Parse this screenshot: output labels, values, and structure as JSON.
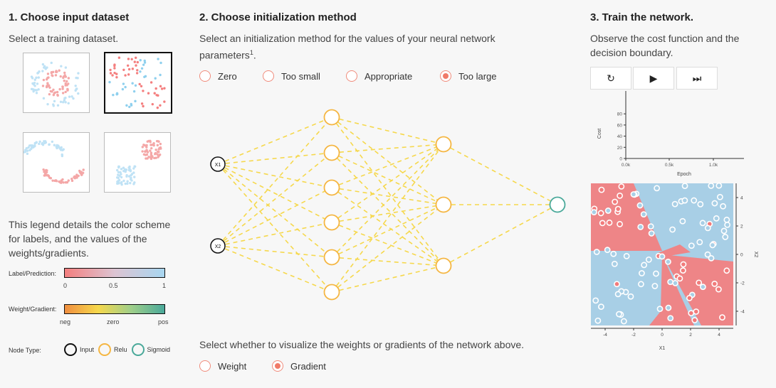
{
  "col1": {
    "heading": "1. Choose input dataset",
    "subtitle": "Select a training dataset.",
    "legend_text": "This legend details the color scheme for labels, and the values of the weights/gradients.",
    "label_prediction": "Label/Prediction:",
    "lp_ticks": [
      "0",
      "0.5",
      "1"
    ],
    "weight_gradient": "Weight/Gradient:",
    "wg_ticks": [
      "neg",
      "zero",
      "pos"
    ],
    "node_type": "Node Type:",
    "node_types": [
      "Input",
      "Relu",
      "Sigmoid"
    ]
  },
  "col2": {
    "heading": "2. Choose initialization method",
    "subtitle_a": "Select an initialization method for the values of your neural network",
    "subtitle_b": "parameters",
    "sup": "1",
    "subtitle_end": ".",
    "options": [
      "Zero",
      "Too small",
      "Appropriate",
      "Too large"
    ],
    "selected": "Too large",
    "input_labels": [
      "X1",
      "X2"
    ],
    "viz_text": "Select whether to visualize the weights or gradients of the network above.",
    "viz_options": [
      "Weight",
      "Gradient"
    ],
    "viz_selected": "Gradient"
  },
  "col3": {
    "heading": "3. Train the network.",
    "subtitle": "Observe the cost function and the decision boundary.",
    "buttons": {
      "reset": "↻",
      "play": "▶",
      "step": "⏭"
    },
    "cost_chart": {
      "ylabel": "Cost",
      "xlabel": "Epoch",
      "yticks": [
        "0",
        "20",
        "40",
        "60",
        "80"
      ],
      "xticks": [
        "0.0k",
        "0.5k",
        "1.0k"
      ]
    },
    "boundary": {
      "xlabel": "X1",
      "ylabel": "X2",
      "xticks": [
        "-4",
        "-2",
        "0",
        "2",
        "4"
      ],
      "yticks": [
        "4",
        "2",
        "0",
        "-2",
        "-4"
      ]
    }
  },
  "colors": {
    "red": "#f47f7f",
    "blue": "#a8cfe6",
    "relu": "#f5b642",
    "sigmoid": "#4aa99a",
    "edge": "#f6d84c"
  }
}
